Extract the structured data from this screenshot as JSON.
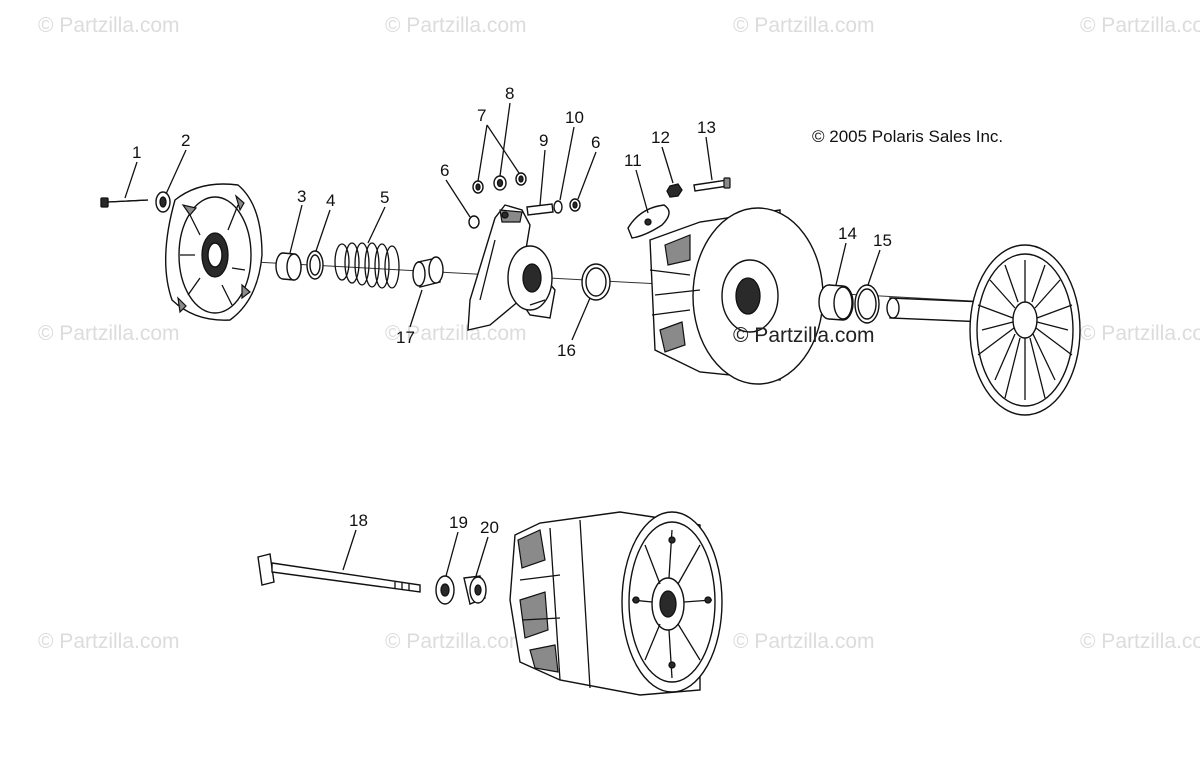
{
  "copyright": "© 2005 Polaris Sales Inc.",
  "watermark": "© Partzilla.com",
  "callouts": {
    "c1": "1",
    "c2": "2",
    "c3": "3",
    "c4": "4",
    "c5": "5",
    "c6a": "6",
    "c6b": "6",
    "c7": "7",
    "c8": "8",
    "c9": "9",
    "c10": "10",
    "c11": "11",
    "c12": "12",
    "c13": "13",
    "c14": "14",
    "c15": "15",
    "c16": "16",
    "c17": "17",
    "c18": "18",
    "c19": "19",
    "c20": "20"
  }
}
